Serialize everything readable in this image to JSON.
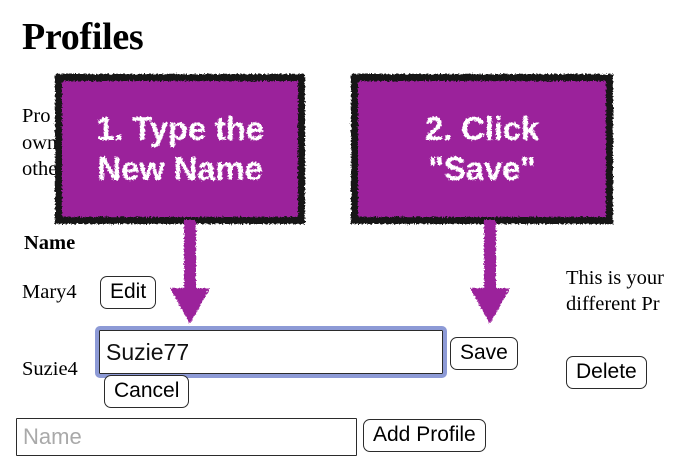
{
  "page": {
    "title": "Profiles",
    "intro_lines": [
      "Pro                                                 mber                          se this w",
      "own                                                 sts, a                          y accou",
      "othe"
    ],
    "column_header": "Name",
    "side_note_lines": [
      "This is your",
      "different Pr"
    ]
  },
  "rows": [
    {
      "name": "Mary4",
      "edit_label": "Edit"
    },
    {
      "name": "Suzie4",
      "input_value": "Suzie77",
      "save_label": "Save",
      "cancel_label": "Cancel",
      "delete_label": "Delete"
    }
  ],
  "add_profile": {
    "placeholder": "Name",
    "button_label": "Add Profile"
  },
  "annotations": {
    "box1": {
      "line1": "1. Type the",
      "line2": "New Name"
    },
    "box2": {
      "line1": "2. Click",
      "line2": "\"Save\""
    },
    "accent_color": "#9B219B",
    "outline_color": "#141414"
  }
}
